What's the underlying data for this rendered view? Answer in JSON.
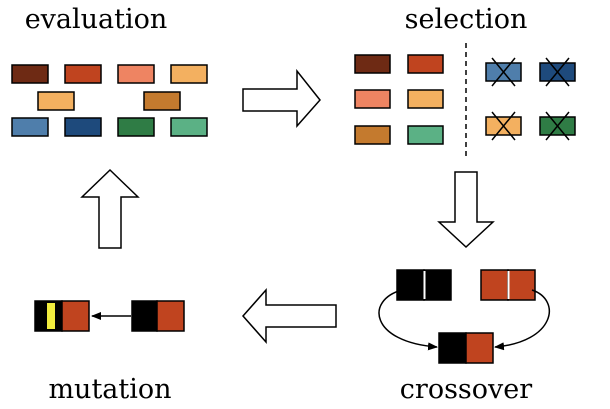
{
  "stages": {
    "evaluation": "evaluation",
    "selection": "selection",
    "crossover": "crossover",
    "mutation": "mutation"
  },
  "colors": {
    "dark_brown": "#6e2a14",
    "rust": "#c0441f",
    "salmon": "#ee8462",
    "light_orange": "#f3b060",
    "ochre": "#c47a2e",
    "steel_blue": "#4f7eab",
    "navy": "#1e4a7c",
    "green": "#2f7c45",
    "light_green": "#5bb185",
    "black": "#000000",
    "mutation_yellow": "#f1ec3e",
    "stroke": "#000000"
  },
  "evaluation": {
    "individuals": [
      {
        "color": "dark_brown"
      },
      {
        "color": "rust"
      },
      {
        "color": "salmon"
      },
      {
        "color": "light_orange"
      },
      {
        "color": "light_orange"
      },
      {
        "color": "ochre"
      },
      {
        "color": "steel_blue"
      },
      {
        "color": "navy"
      },
      {
        "color": "green"
      },
      {
        "color": "light_green"
      }
    ]
  },
  "selection": {
    "kept": [
      {
        "color": "dark_brown"
      },
      {
        "color": "rust"
      },
      {
        "color": "salmon"
      },
      {
        "color": "light_orange"
      },
      {
        "color": "ochre"
      },
      {
        "color": "light_green"
      }
    ],
    "discarded": [
      {
        "color": "steel_blue"
      },
      {
        "color": "navy"
      },
      {
        "color": "light_orange"
      },
      {
        "color": "green"
      }
    ]
  },
  "crossover": {
    "parent_a": [
      "black",
      "black"
    ],
    "parent_b": [
      "rust",
      "rust"
    ],
    "child": [
      "black",
      "rust"
    ]
  },
  "mutation": {
    "input": [
      "black",
      "rust"
    ],
    "output": [
      "black",
      "mutation_yellow",
      "rust"
    ]
  }
}
